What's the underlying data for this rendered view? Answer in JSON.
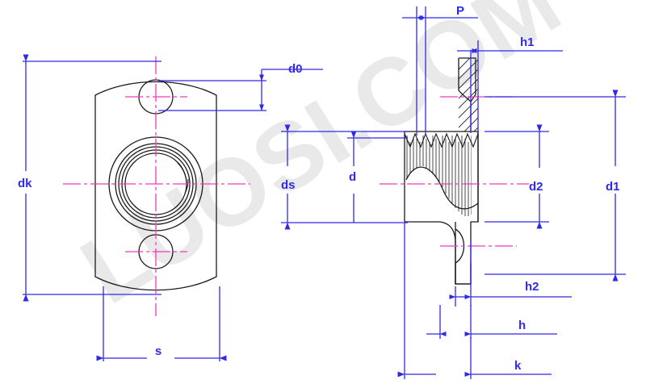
{
  "drawing": {
    "title": "Weld nut technical drawing",
    "watermark": "LUOSI.COM",
    "colors": {
      "outline": "#1a1a1a",
      "dimension": "#3029e8",
      "centerline": "#ee3cbe",
      "watermark": "#e9e9e9",
      "background": "#ffffff"
    },
    "views": [
      {
        "name": "front-view",
        "description": "Front view of flange with two pilot holes and concentric thread circles"
      },
      {
        "name": "section-view",
        "description": "Sectional side view with internal thread hatching"
      }
    ]
  },
  "dimensions": {
    "dk": {
      "label": "dk",
      "view": "front-view",
      "orientation": "vertical",
      "meaning": "flange overall height"
    },
    "s": {
      "label": "s",
      "view": "front-view",
      "orientation": "horizontal",
      "meaning": "flange width across flats"
    },
    "d0": {
      "label": "d0",
      "view": "front-view",
      "orientation": "vertical",
      "meaning": "pilot hole diameter"
    },
    "ds": {
      "label": "ds",
      "view": "section-view",
      "orientation": "vertical",
      "meaning": "body outer diameter"
    },
    "d": {
      "label": "d",
      "view": "section-view",
      "orientation": "vertical",
      "meaning": "thread nominal diameter"
    },
    "d1": {
      "label": "d1",
      "view": "section-view",
      "orientation": "vertical",
      "meaning": "outer flange diameter"
    },
    "d2": {
      "label": "d2",
      "view": "section-view",
      "orientation": "vertical",
      "meaning": "pilot diameter"
    },
    "P": {
      "label": "P",
      "view": "section-view",
      "orientation": "horizontal",
      "meaning": "thread pitch"
    },
    "h1": {
      "label": "h1",
      "view": "section-view",
      "orientation": "horizontal",
      "meaning": "projection height"
    },
    "h2": {
      "label": "h2",
      "view": "section-view",
      "orientation": "horizontal",
      "meaning": "secondary step height"
    },
    "h": {
      "label": "h",
      "view": "section-view",
      "orientation": "horizontal",
      "meaning": "shank height"
    },
    "k": {
      "label": "k",
      "view": "section-view",
      "orientation": "horizontal",
      "meaning": "overall length"
    }
  }
}
